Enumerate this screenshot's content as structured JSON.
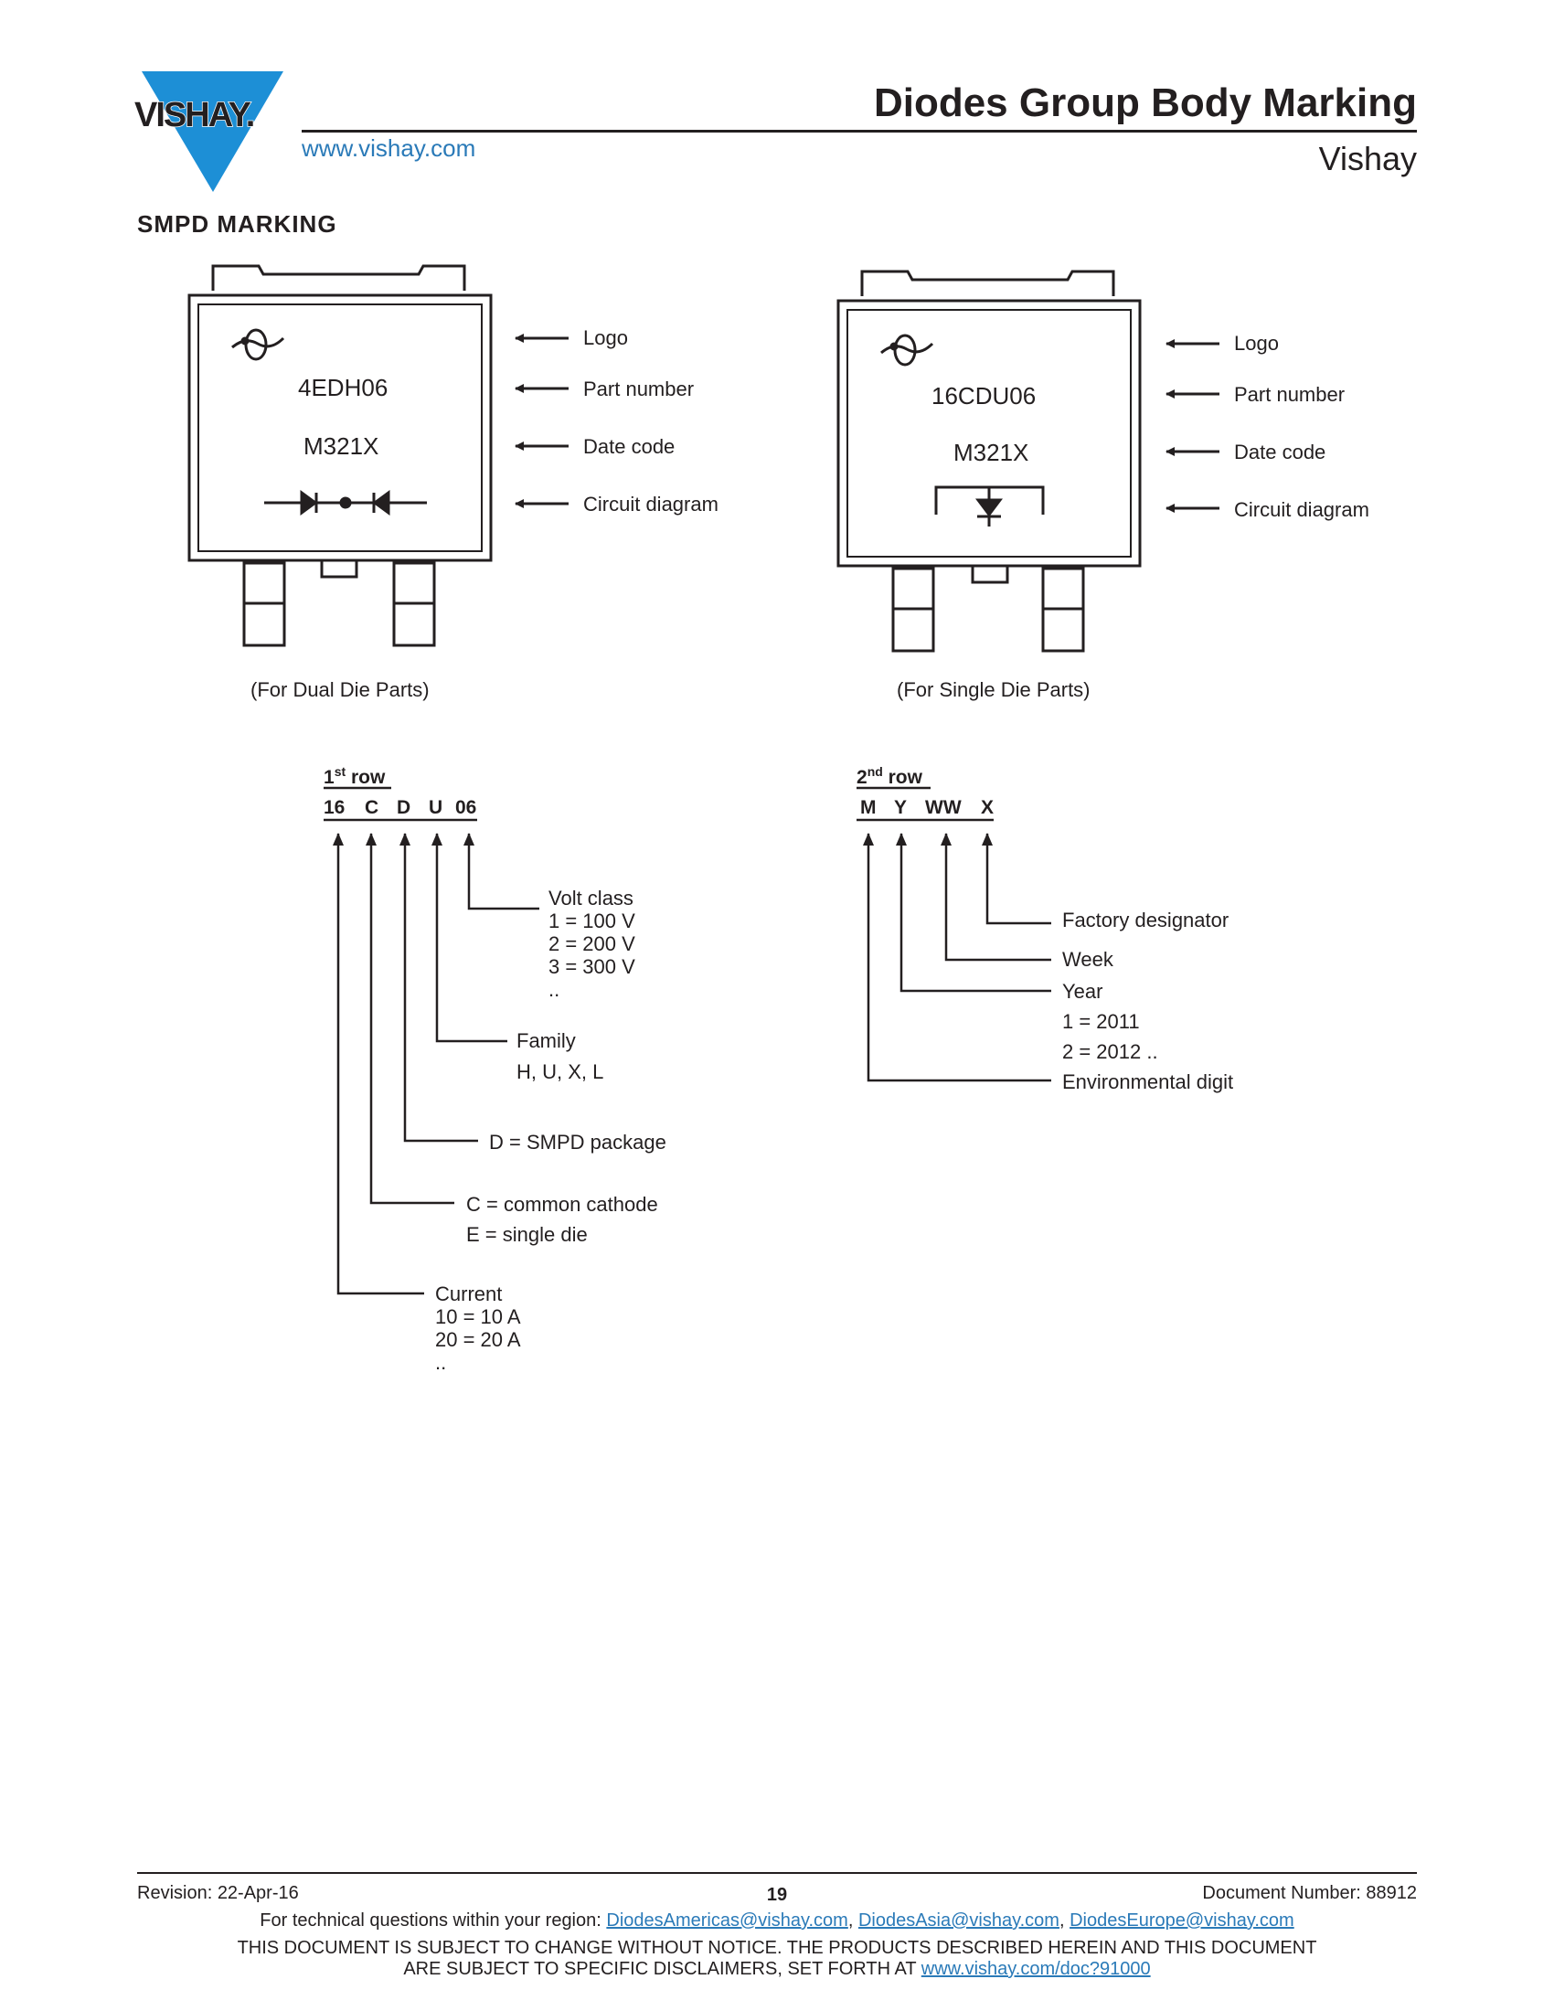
{
  "header": {
    "logo_text": "VISHAY.",
    "url": "www.vishay.com",
    "title": "Diodes Group Body Marking",
    "vendor": "Vishay",
    "brand_color": "#2a7ab8",
    "logo_color": "#1d8fd6"
  },
  "section_title": "SMPD MARKING",
  "packages": [
    {
      "part_number": "4EDH06",
      "date_code": "M321X",
      "caption": "(For Dual Die Parts)",
      "callouts": [
        "Logo",
        "Part number",
        "Date code",
        "Circuit diagram"
      ]
    },
    {
      "part_number": "16CDU06",
      "date_code": "M321X",
      "caption": "(For Single Die Parts)",
      "callouts": [
        "Logo",
        "Part number",
        "Date code",
        "Circuit diagram"
      ]
    }
  ],
  "row1": {
    "heading_main": "1",
    "heading_sup": "st",
    "heading_rest": " row",
    "code_segments": [
      "16",
      "C",
      "D",
      "U",
      "06"
    ],
    "volt_class": [
      "Volt  class",
      "1 = 100 V",
      "2 = 200 V",
      "3 = 300 V",
      ".."
    ],
    "family": [
      "Family",
      "H, U, X, L"
    ],
    "package": "D = SMPD package",
    "config": [
      "C = common cathode",
      "E = single die"
    ],
    "current": [
      "Current",
      "10 = 10 A",
      "20 = 20 A",
      ".."
    ]
  },
  "row2": {
    "heading_main": "2",
    "heading_sup": "nd",
    "heading_rest": " row",
    "code_segments": [
      "M",
      "Y",
      "WW",
      "X"
    ],
    "factory": "Factory designator",
    "week": "Week",
    "year": [
      "Year",
      "1 = 2011",
      "2 = 2012 .."
    ],
    "environmental": "Environmental digit"
  },
  "footer": {
    "revision": "Revision: 22-Apr-16",
    "page": "19",
    "document_number": "Document Number: 88912",
    "questions_prefix": "For technical questions within your region: ",
    "emails": [
      "DiodesAmericas@vishay.com",
      "DiodesAsia@vishay.com",
      "DiodesEurope@vishay.com"
    ],
    "separator": ", ",
    "disclaimer_1": "THIS DOCUMENT IS SUBJECT TO CHANGE WITHOUT NOTICE. THE PRODUCTS DESCRIBED HEREIN AND THIS DOCUMENT",
    "disclaimer_2": "ARE SUBJECT TO SPECIFIC DISCLAIMERS, SET FORTH AT ",
    "disclaimer_link": "www.vishay.com/doc?91000"
  }
}
